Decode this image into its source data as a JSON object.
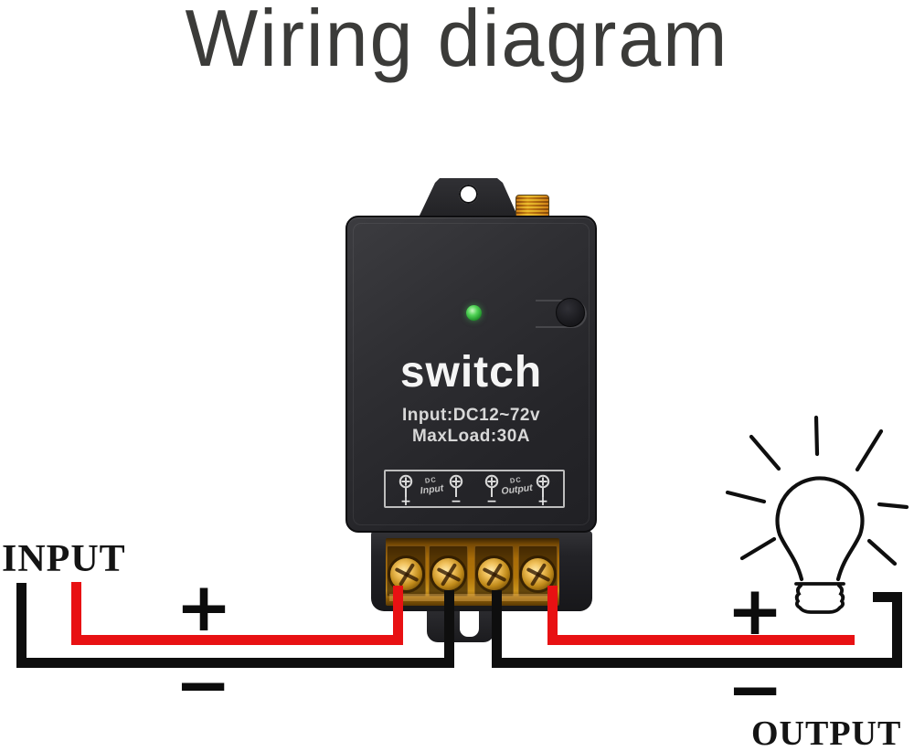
{
  "title": "Wiring diagram",
  "labels": {
    "input": "INPUT",
    "output": "OUTPUT"
  },
  "markers": {
    "plus": "+",
    "minus": "−"
  },
  "device": {
    "name": "switch",
    "spec_line1": "Input:DC12~72v",
    "spec_line2": "MaxLoad:30A",
    "panel": {
      "groups": [
        {
          "top": "DC",
          "bottom": "Input"
        },
        {
          "top": "DC",
          "bottom": "Output"
        }
      ],
      "terminals": [
        {
          "sign": "+"
        },
        {
          "sign": "−"
        },
        {
          "sign": "−"
        },
        {
          "sign": "+"
        }
      ]
    }
  },
  "colors": {
    "wire_positive": "#e81113",
    "wire_negative": "#0e0e0e",
    "device_body": "#2b2b2e",
    "terminal_block_amber": "#b07408",
    "screw_brass": "#e8b44a",
    "antenna_brass": "#c79b44",
    "led_green": "#3bc24a",
    "title_text": "#3b3b39",
    "device_text": "#f5f5f5"
  }
}
